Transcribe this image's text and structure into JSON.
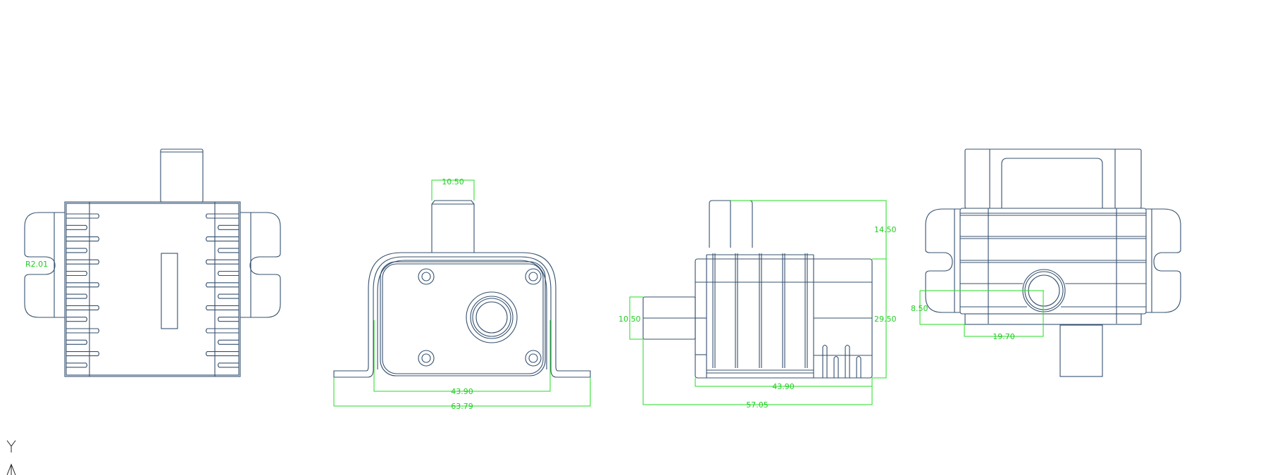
{
  "drawing": {
    "views": [
      {
        "name": "top-view",
        "dimensions": [
          {
            "label": "R2.01"
          }
        ]
      },
      {
        "name": "front-view",
        "dimensions": [
          {
            "label": "10.50"
          },
          {
            "label": "43.90"
          },
          {
            "label": "63.79"
          }
        ]
      },
      {
        "name": "side-view",
        "dimensions": [
          {
            "label": "14.50"
          },
          {
            "label": "29.50"
          },
          {
            "label": "10.50"
          },
          {
            "label": "43.90"
          },
          {
            "label": "57.05"
          }
        ]
      },
      {
        "name": "rear-view",
        "dimensions": [
          {
            "label": "8.50"
          },
          {
            "label": "19.70"
          }
        ]
      }
    ],
    "colors": {
      "geometry": "#34506e",
      "dimension": "#22dd22",
      "background": "#ffffff"
    },
    "axis_icon": "ucs-axis-icon"
  }
}
